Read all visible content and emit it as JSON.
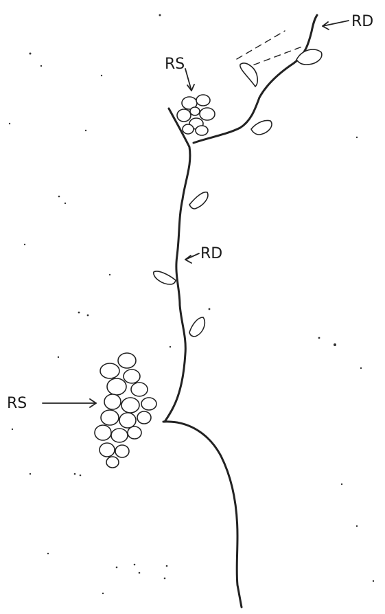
{
  "labels": {
    "rd_top": "RD",
    "rs_top": "RS",
    "rd_mid": "RD",
    "rs_bottom": "RS"
  },
  "colors": {
    "ink": "#222222",
    "paper": "#ffffff"
  }
}
